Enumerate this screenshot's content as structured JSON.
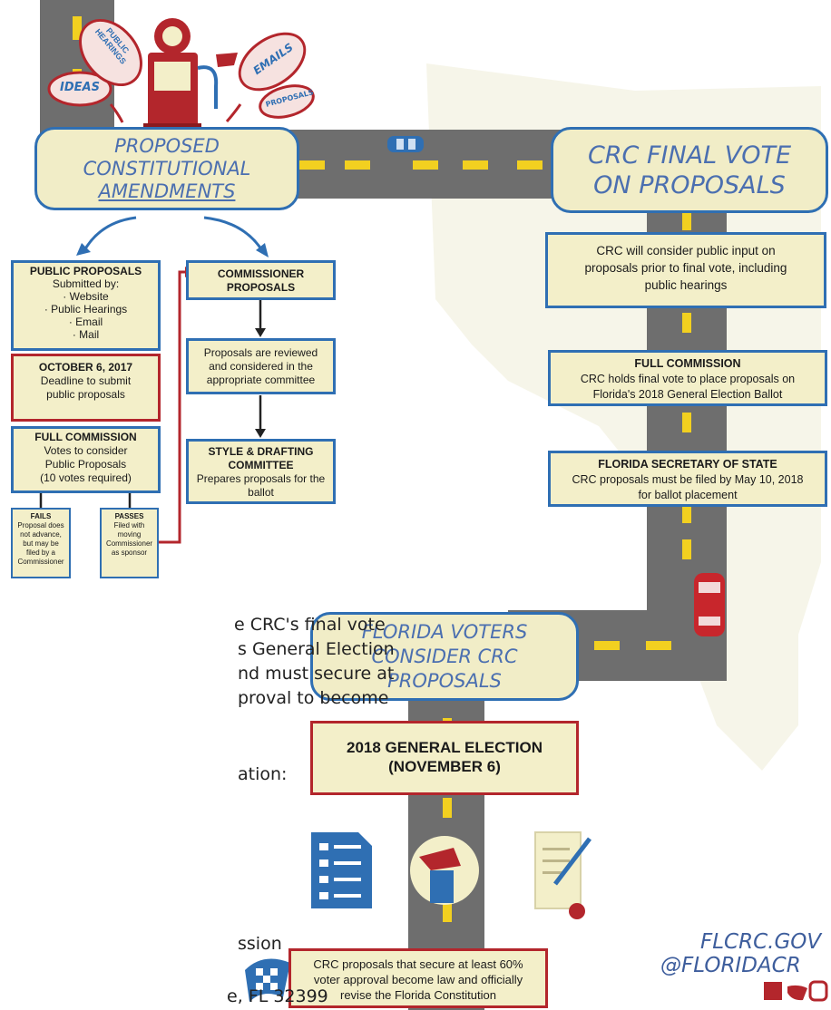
{
  "bubbles": {
    "ideas": "IDEAS",
    "hearings_1": "PUBLIC",
    "hearings_2": "HEARINGS",
    "emails": "EMAILS",
    "proposals": "PROPOSALS"
  },
  "proposed": {
    "l1": "PROPOSED",
    "l2": "CONSTITUTIONAL",
    "l3": "AMENDMENTS"
  },
  "final_vote": {
    "l1": "CRC FINAL VOTE",
    "l2": "ON PROPOSALS"
  },
  "public_proposals": {
    "title": "PUBLIC PROPOSALS",
    "sub": "Submitted by:",
    "items": [
      "· Website",
      "· Public Hearings",
      "· Email",
      "· Mail"
    ]
  },
  "deadline": {
    "title": "OCTOBER 6, 2017",
    "l1": "Deadline to submit",
    "l2": "public proposals"
  },
  "full_commission_left": {
    "title": "FULL COMMISSION",
    "l1": "Votes to consider",
    "l2": "Public Proposals",
    "l3": "(10 votes required)"
  },
  "fails": {
    "title": "FAILS",
    "lines": [
      "Proposal does",
      "not advance,",
      "but may be",
      "filed by a",
      "Commissioner"
    ]
  },
  "passes": {
    "title": "PASSES",
    "lines": [
      "Filed with",
      "moving",
      "Commissioner",
      "as sponsor"
    ]
  },
  "commissioner": {
    "l1": "COMMISSIONER",
    "l2": "PROPOSALS"
  },
  "reviewed": {
    "l1": "Proposals are reviewed",
    "l2": "and considered in the",
    "l3": "appropriate committee"
  },
  "style": {
    "l1": "STYLE & DRAFTING",
    "l2": "COMMITTEE",
    "l3": "Prepares proposals for the",
    "l4": "ballot"
  },
  "public_input": {
    "l1": "CRC will consider public input on",
    "l2": "proposals prior to final vote, including",
    "l3": "public hearings"
  },
  "full_commission_right": {
    "title": "FULL COMMISSION",
    "l1": "CRC holds final vote to place proposals on",
    "l2": "Florida's 2018 General Election Ballot"
  },
  "secretary": {
    "title": "FLORIDA SECRETARY OF STATE",
    "l1": "CRC proposals must be filed by May 10, 2018",
    "l2": "for ballot placement"
  },
  "voters": {
    "l1": "FLORIDA VOTERS",
    "l2": "CONSIDER CRC",
    "l3": "PROPOSALS"
  },
  "election": {
    "l1": "2018 GENERAL ELECTION",
    "l2": "(NOVEMBER 6)"
  },
  "final": {
    "l1": "CRC proposals that secure at least 60%",
    "l2": "voter approval become law and officially",
    "l3": "revise the Florida Constitution"
  },
  "body_text": [
    "e CRC's final vote",
    "s General Election",
    "nd must secure at",
    "proval to become",
    "ation:",
    "ssion",
    "e, FL 32399"
  ],
  "social": {
    "site": "FLCRC.GOV",
    "handle": "@FLORIDACR"
  },
  "colors": {
    "road": "#6e6e6e",
    "dash": "#f2d020",
    "blue_border": "#2f6fb3",
    "red_border": "#b3262c",
    "box_fill": "#f3efc9",
    "title_text": "#4b6fb0"
  }
}
